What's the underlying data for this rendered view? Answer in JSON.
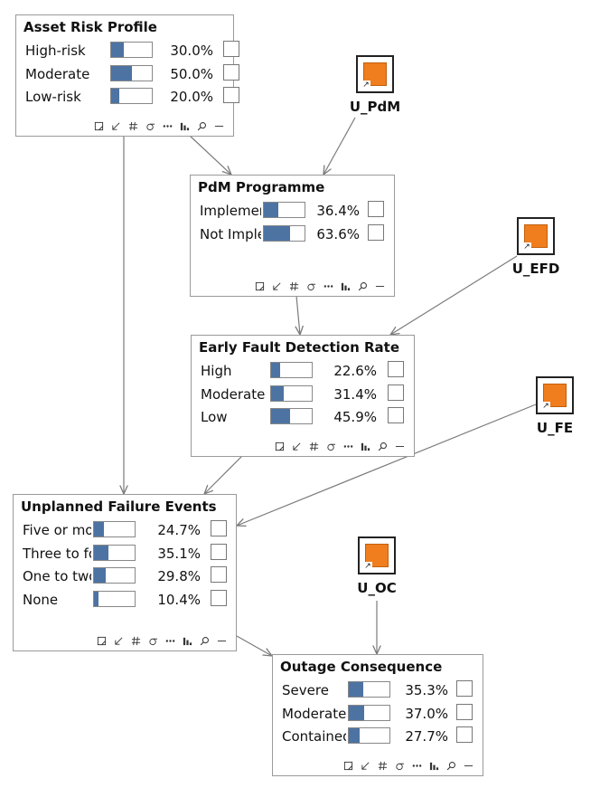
{
  "nodes": {
    "asset_risk": {
      "title": "Asset Risk Profile",
      "states": [
        {
          "label": "High-risk",
          "pct": "30.0%",
          "value": 0.3
        },
        {
          "label": "Moderate",
          "pct": "50.0%",
          "value": 0.5
        },
        {
          "label": "Low-risk",
          "pct": "20.0%",
          "value": 0.2
        }
      ]
    },
    "pdm": {
      "title": "PdM Programme",
      "states": [
        {
          "label": "Implemented",
          "pct": "36.4%",
          "value": 0.364
        },
        {
          "label": "Not Implemented",
          "pct": "63.6%",
          "value": 0.636
        }
      ]
    },
    "efd": {
      "title": "Early Fault Detection Rate",
      "states": [
        {
          "label": "High",
          "pct": "22.6%",
          "value": 0.226
        },
        {
          "label": "Moderate",
          "pct": "31.4%",
          "value": 0.314
        },
        {
          "label": "Low",
          "pct": "45.9%",
          "value": 0.459
        }
      ]
    },
    "ufe": {
      "title": "Unplanned Failure Events",
      "states": [
        {
          "label": "Five or more",
          "pct": "24.7%",
          "value": 0.247
        },
        {
          "label": "Three to four",
          "pct": "35.1%",
          "value": 0.351
        },
        {
          "label": "One to two",
          "pct": "29.8%",
          "value": 0.298
        },
        {
          "label": "None",
          "pct": "10.4%",
          "value": 0.104
        }
      ]
    },
    "outage": {
      "title": "Outage Consequence",
      "states": [
        {
          "label": "Severe",
          "pct": "35.3%",
          "value": 0.353
        },
        {
          "label": "Moderate",
          "pct": "37.0%",
          "value": 0.37
        },
        {
          "label": "Contained",
          "pct": "27.7%",
          "value": 0.277
        }
      ]
    }
  },
  "utilities": {
    "u_pdm": "U_PdM",
    "u_efd": "U_EFD",
    "u_fe": "U_FE",
    "u_oc": "U_OC"
  },
  "toolbar_icons": [
    "maximize-icon",
    "collapse-icon",
    "grid-icon",
    "sigma-icon",
    "more-icon",
    "bar-chart-icon",
    "search-icon",
    "minimize-icon"
  ],
  "colors": {
    "bar_fill": "#4d73a3",
    "utility_fill": "#f07d1e",
    "edge": "#7a7a7a"
  }
}
